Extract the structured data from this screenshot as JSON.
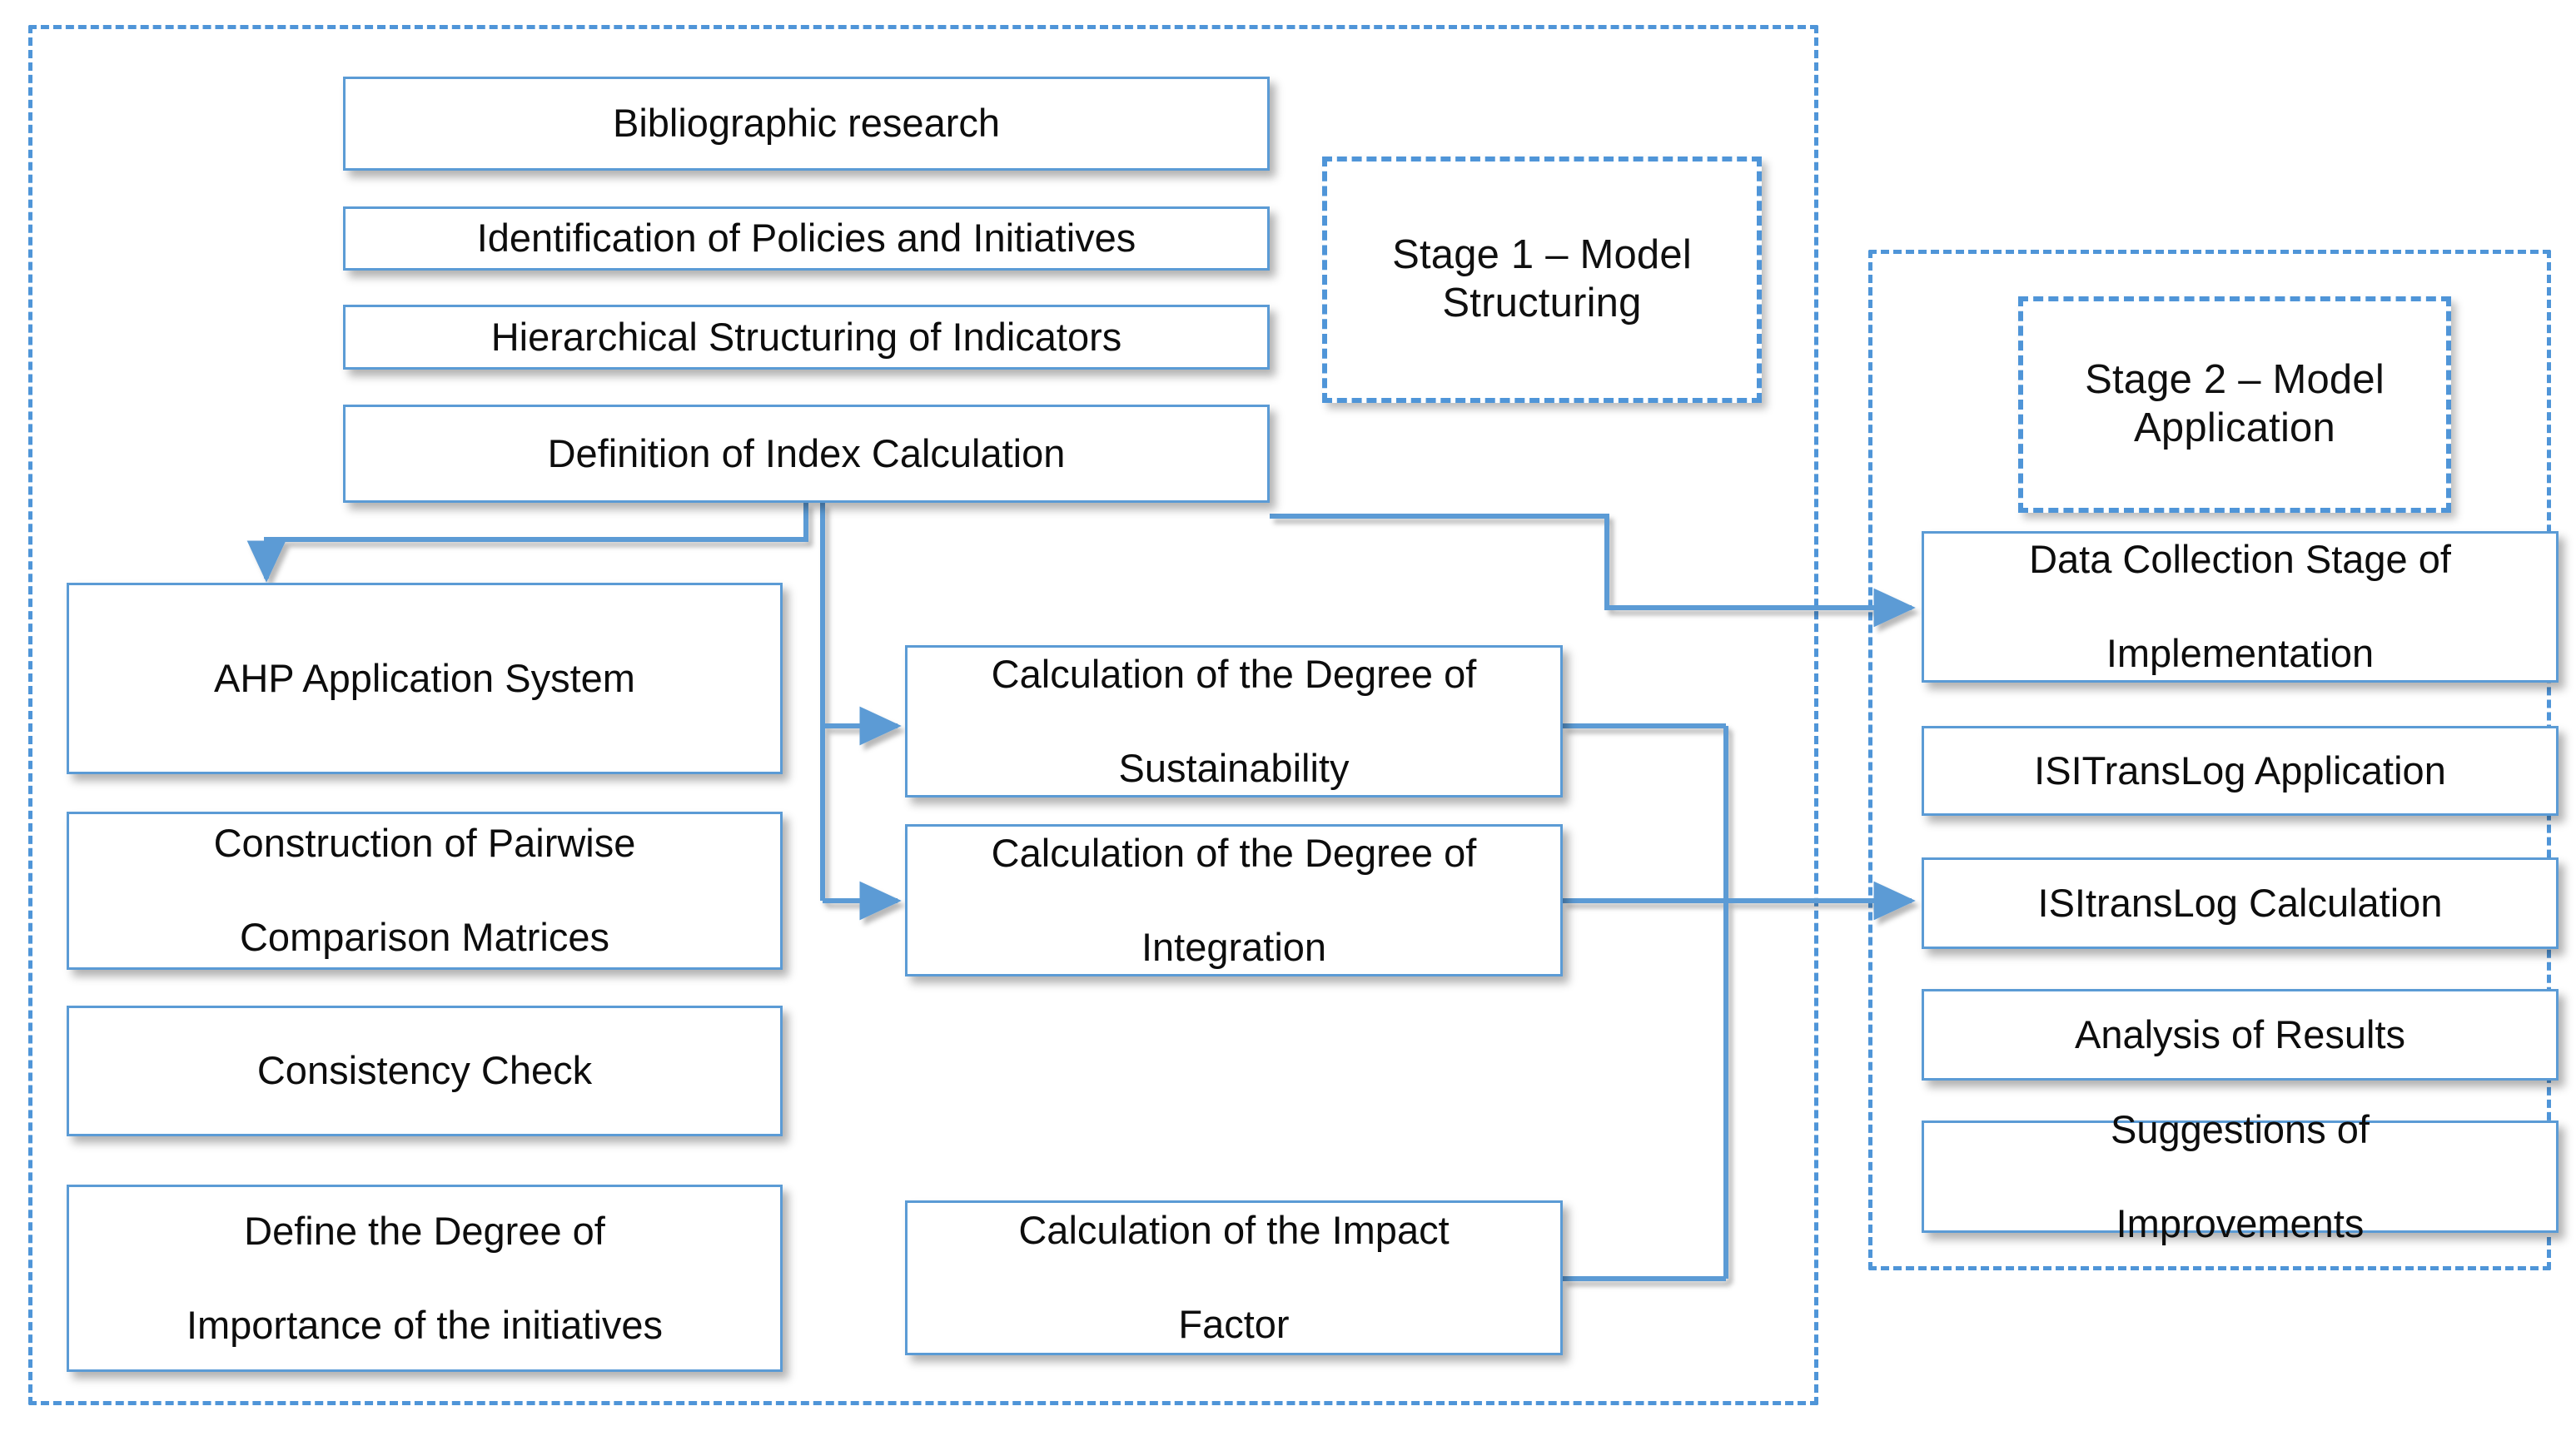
{
  "diagram": {
    "title": "Two-stage ISITransLog model flowchart",
    "colors": {
      "box_border": "#5b9bd5",
      "group_border": "#4f95d8",
      "connector": "#5b9bd5",
      "text": "#0d0d0d",
      "background": "#ffffff"
    },
    "groups": [
      {
        "id": "stage1-group",
        "name": "stage-1-container"
      },
      {
        "id": "stage2-group",
        "name": "stage-2-container"
      }
    ],
    "stage_labels": [
      {
        "id": "stage1-label",
        "line1": "Stage 1 – Model",
        "line2": "Structuring"
      },
      {
        "id": "stage2-label",
        "line1": "Stage 2 – Model",
        "line2": "Application"
      }
    ],
    "nodes": {
      "bibliographic_research": "Bibliographic research",
      "identification_policies": "Identification of Policies and Initiatives",
      "hierarchical_structuring": "Hierarchical Structuring of Indicators",
      "definition_index": "Definition of Index Calculation",
      "ahp_application": "AHP Application System",
      "pairwise_matrices_l1": "Construction of Pairwise",
      "pairwise_matrices_l2": "Comparison Matrices",
      "consistency_check": "Consistency Check",
      "define_degree_l1": "Define the Degree of",
      "define_degree_l2": "Importance of the initiatives",
      "degree_sustainability_l1": "Calculation of the Degree of",
      "degree_sustainability_l2": "Sustainability",
      "degree_integration_l1": "Calculation of the Degree of",
      "degree_integration_l2": "Integration",
      "impact_factor_l1": "Calculation of the Impact",
      "impact_factor_l2": "Factor",
      "data_collection_l1": "Data Collection Stage of",
      "data_collection_l2": "Implementation",
      "isitranslog_application": "ISITransLog Application",
      "isitranslog_calculation": "ISItransLog Calculation",
      "analysis_results": "Analysis of Results",
      "suggestions_improvements_l1": "Suggestions of",
      "suggestions_improvements_l2": "Improvements"
    }
  }
}
